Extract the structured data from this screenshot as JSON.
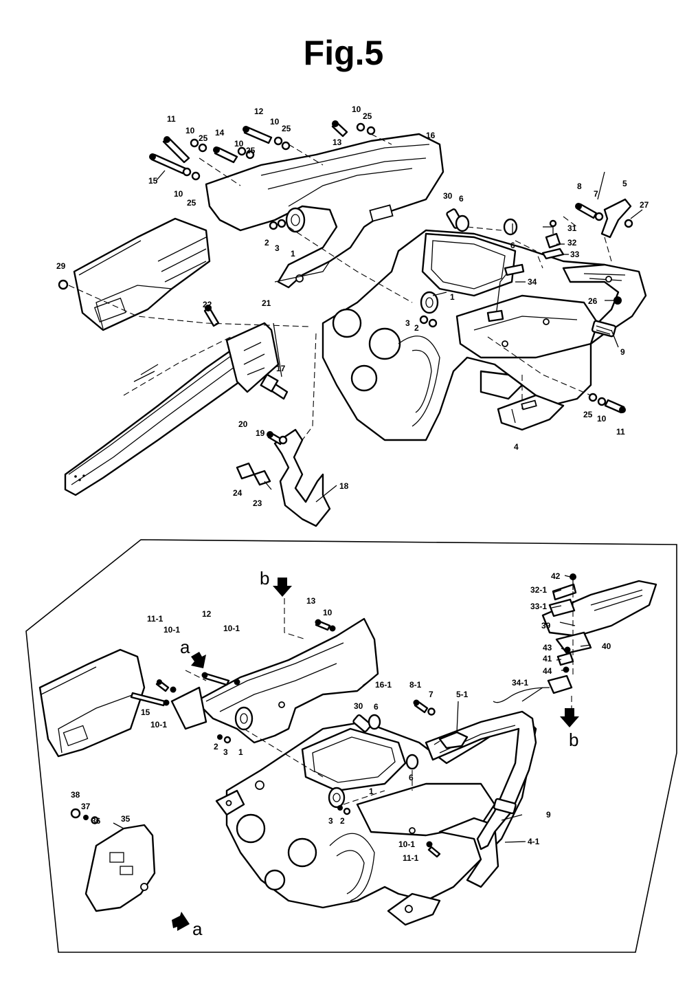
{
  "figure": {
    "title": "Fig.5"
  },
  "callouts_top": [
    {
      "text": "11"
    },
    {
      "text": "10"
    },
    {
      "text": "25"
    },
    {
      "text": "14"
    },
    {
      "text": "10"
    },
    {
      "text": "25"
    },
    {
      "text": "12"
    },
    {
      "text": "10"
    },
    {
      "text": "25"
    },
    {
      "text": "13"
    },
    {
      "text": "10"
    },
    {
      "text": "25"
    },
    {
      "text": "16"
    },
    {
      "text": "15"
    },
    {
      "text": "10"
    },
    {
      "text": "25"
    },
    {
      "text": "2"
    },
    {
      "text": "3"
    },
    {
      "text": "1"
    },
    {
      "text": "30"
    },
    {
      "text": "6"
    },
    {
      "text": "6"
    },
    {
      "text": "8"
    },
    {
      "text": "7"
    },
    {
      "text": "5"
    },
    {
      "text": "27"
    },
    {
      "text": "31"
    },
    {
      "text": "32"
    },
    {
      "text": "33"
    },
    {
      "text": "29"
    },
    {
      "text": "34"
    },
    {
      "text": "1"
    },
    {
      "text": "3"
    },
    {
      "text": "2"
    },
    {
      "text": "26"
    },
    {
      "text": "22"
    },
    {
      "text": "21"
    },
    {
      "text": "9"
    },
    {
      "text": "17"
    },
    {
      "text": "20"
    },
    {
      "text": "19"
    },
    {
      "text": "25"
    },
    {
      "text": "10"
    },
    {
      "text": "11"
    },
    {
      "text": "4"
    },
    {
      "text": "24"
    },
    {
      "text": "23"
    },
    {
      "text": "18"
    }
  ],
  "callouts_bottom": [
    {
      "text": "b"
    },
    {
      "text": "13"
    },
    {
      "text": "10"
    },
    {
      "text": "42"
    },
    {
      "text": "32-1"
    },
    {
      "text": "33-1"
    },
    {
      "text": "39"
    },
    {
      "text": "11-1"
    },
    {
      "text": "12"
    },
    {
      "text": "10-1"
    },
    {
      "text": "10-1"
    },
    {
      "text": "a"
    },
    {
      "text": "40"
    },
    {
      "text": "43"
    },
    {
      "text": "41"
    },
    {
      "text": "44"
    },
    {
      "text": "16-1"
    },
    {
      "text": "8-1"
    },
    {
      "text": "34-1"
    },
    {
      "text": "7"
    },
    {
      "text": "5-1"
    },
    {
      "text": "15"
    },
    {
      "text": "10-1"
    },
    {
      "text": "30"
    },
    {
      "text": "6"
    },
    {
      "text": "b"
    },
    {
      "text": "2"
    },
    {
      "text": "3"
    },
    {
      "text": "1"
    },
    {
      "text": "6"
    },
    {
      "text": "1"
    },
    {
      "text": "38"
    },
    {
      "text": "37"
    },
    {
      "text": "36"
    },
    {
      "text": "35"
    },
    {
      "text": "9"
    },
    {
      "text": "3"
    },
    {
      "text": "2"
    },
    {
      "text": "4-1"
    },
    {
      "text": "10-1"
    },
    {
      "text": "11-1"
    },
    {
      "text": "a"
    }
  ]
}
